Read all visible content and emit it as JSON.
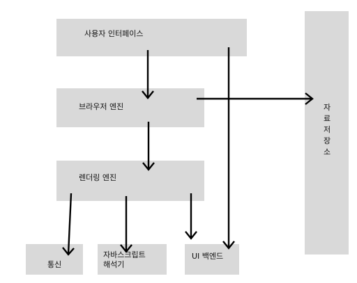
{
  "nodes": {
    "user_interface": "사용자 인터페이스",
    "browser_engine": "브라우저 엔진",
    "rendering_engine": "렌더링 엔진",
    "data_storage": "자료저장소",
    "networking": "통신",
    "js_interpreter_line1": "자바스크립트",
    "js_interpreter_line2": "해석기",
    "ui_backend": "UI 백엔드"
  },
  "colors": {
    "box_fill": "#d9d9d9",
    "arrow": "#000000",
    "text": "#111111"
  }
}
